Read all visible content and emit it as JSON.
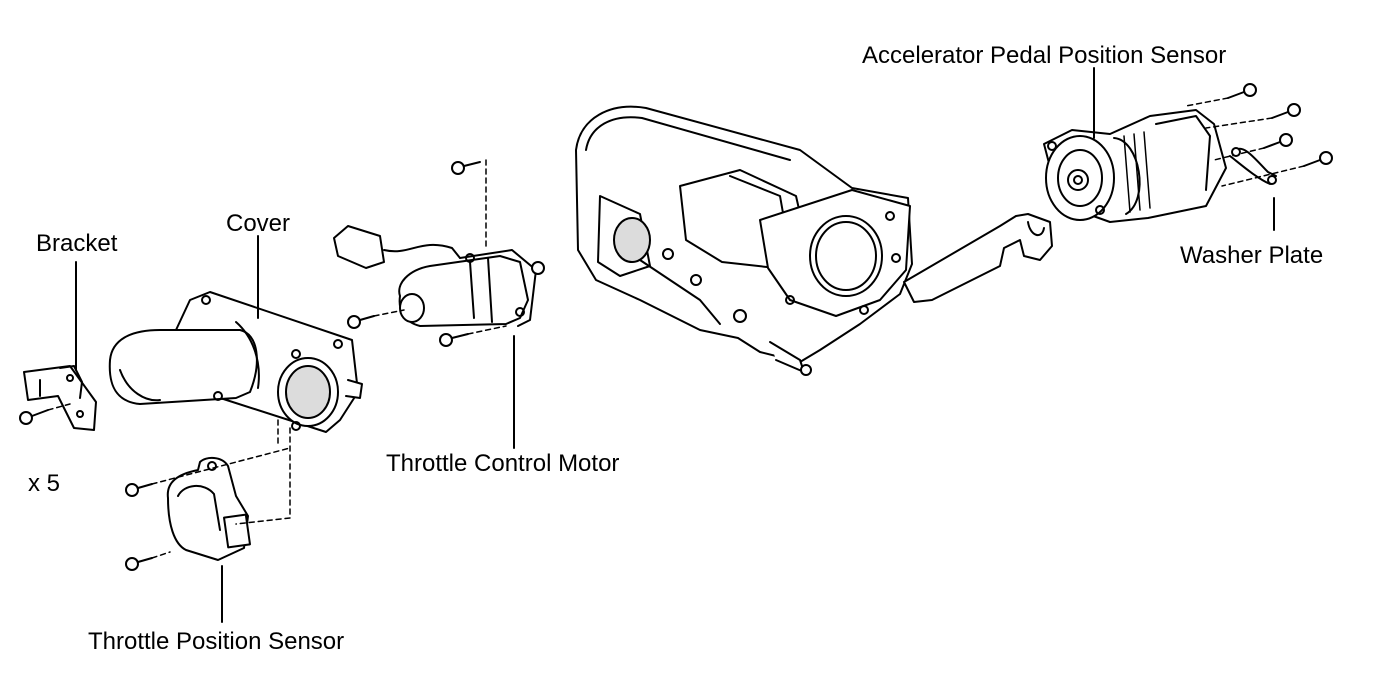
{
  "labels": {
    "bracket": "Bracket",
    "cover": "Cover",
    "throttle_control_motor": "Throttle Control Motor",
    "accelerator_pedal_position_sensor": "Accelerator Pedal Position Sensor",
    "washer_plate": "Washer Plate",
    "throttle_position_sensor": "Throttle Position Sensor",
    "quantity_x5": "x 5"
  },
  "colors": {
    "ink": "#000000",
    "paper": "#ffffff",
    "shade": "#dcdcdc"
  }
}
